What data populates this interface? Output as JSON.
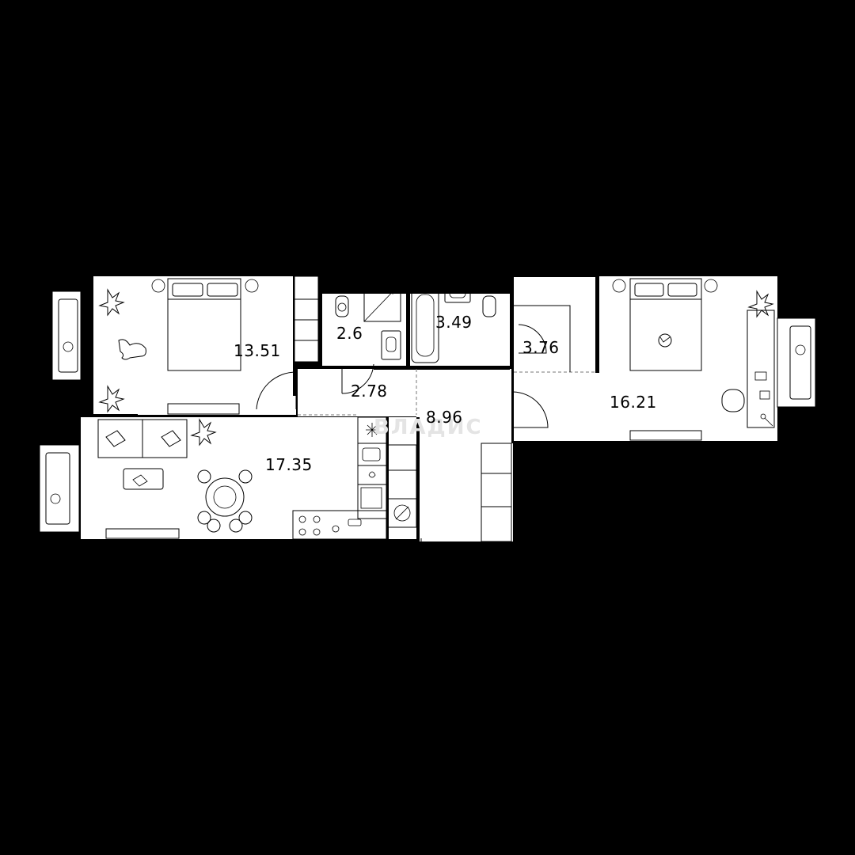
{
  "background_color": "#000000",
  "floor_color": "#ffffff",
  "wall_color": "#000000",
  "watermark": {
    "text": "ВЛАДИС",
    "color": "#e4e4e4"
  },
  "rooms": [
    {
      "id": "bedroom-1",
      "area": "13.51"
    },
    {
      "id": "toilet",
      "area": "2.6"
    },
    {
      "id": "bathroom",
      "area": "3.49"
    },
    {
      "id": "wardrobe",
      "area": "3.76"
    },
    {
      "id": "bedroom-2",
      "area": "16.21"
    },
    {
      "id": "corridor",
      "area": "2.78"
    },
    {
      "id": "hall",
      "area": "8.96"
    },
    {
      "id": "living-kitchen",
      "area": "17.35"
    }
  ],
  "icons": [
    "plant-icon",
    "bed-icon",
    "cat-icon",
    "sofa-icon",
    "dining-table-icon",
    "stove-icon",
    "sink-icon",
    "toilet-icon",
    "bathtub-icon",
    "shower-icon",
    "fridge-icon",
    "washing-machine-icon",
    "desk-icon",
    "chair-icon",
    "door-swing-icon",
    "window-icon",
    "radiator-icon",
    "ventilation-icon",
    "electrical-panel-icon",
    "cleaning-robot-icon",
    "guitar-icon",
    "coffee-table-icon"
  ]
}
